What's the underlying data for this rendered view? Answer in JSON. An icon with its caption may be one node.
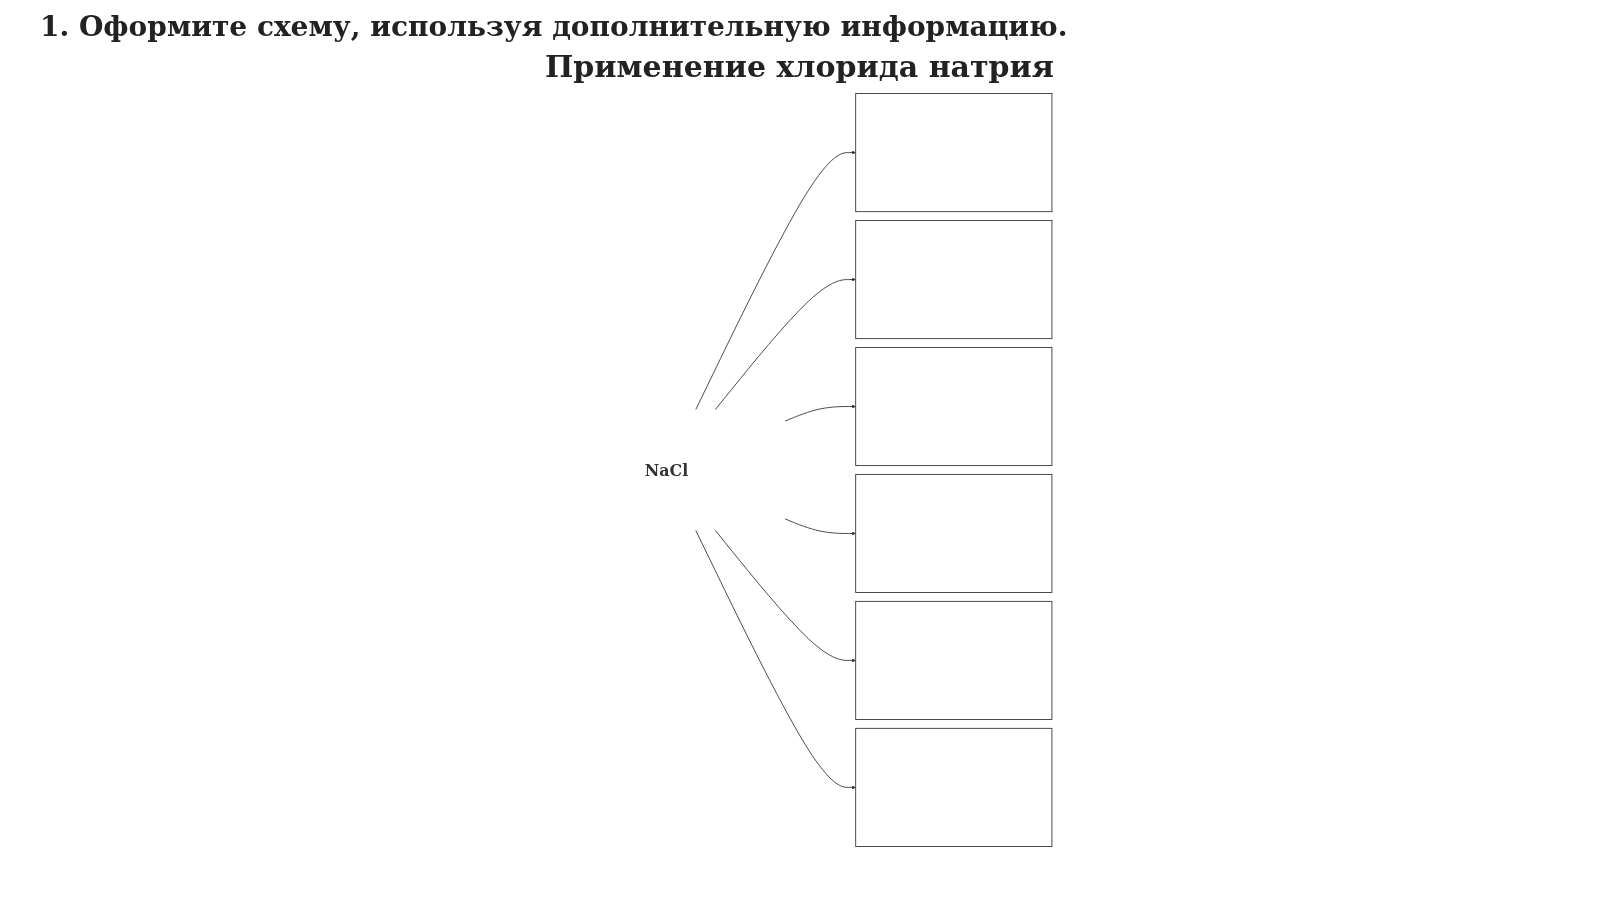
{
  "diagram": {
    "title": "Применение хлорида натрия",
    "nodes": [
      {
        "text": [],
        "shape": "box"
      },
      {
        "text": [],
        "shape": "box"
      },
      {
        "text": [],
        "shape": "box"
      },
      {
        "text": [
          "NaCl"
        ]
      },
      {
        "text": [],
        "shape": "box"
      },
      {
        "text": [],
        "shape": "box"
      },
      {
        "text": [],
        "shape": "box"
      }
    ],
    "edges": [
      {
        "from": 3,
        "to": 0,
        "arrow": "to"
      },
      {
        "from": 3,
        "to": 1,
        "arrow": "to"
      },
      {
        "from": 3,
        "to": 2,
        "arrow": "to"
      },
      {
        "from": 3,
        "to": 4,
        "arrow": "to"
      },
      {
        "from": 3,
        "to": 5,
        "arrow": "to"
      },
      {
        "from": 3,
        "to": 6,
        "arrow": "to"
      }
    ],
    "labels": [
      "1. Оформите схему, используя дополнительную информацию."
    ]
  }
}
